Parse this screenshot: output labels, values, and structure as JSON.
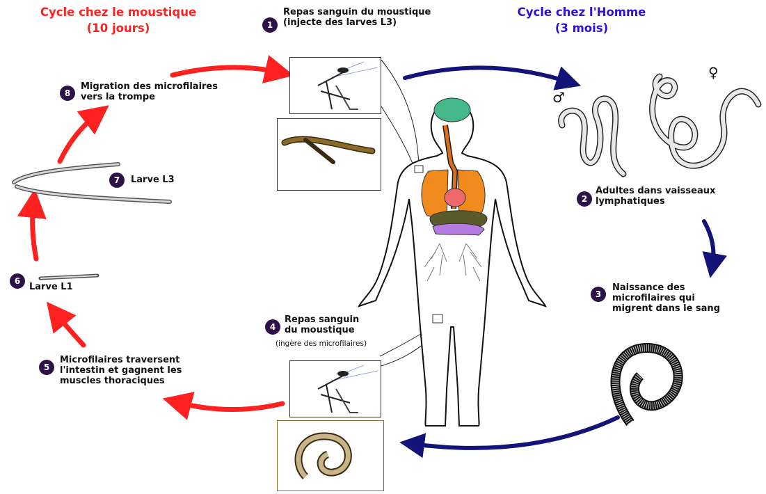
{
  "titles": {
    "mosquito": {
      "line1": "Cycle chez le moustique",
      "line2": "(10 jours)"
    },
    "human": {
      "line1": "Cycle chez l'Homme",
      "line2": "(3 mois)"
    }
  },
  "steps": [
    {
      "num": "1",
      "line1": "Repas sanguin du moustique",
      "line2": "(injecte des larves L3)"
    },
    {
      "num": "2",
      "line1": "Adultes dans  vaisseaux",
      "line2": "lymphatiques"
    },
    {
      "num": "3",
      "line1": "Naissance des",
      "line2": "microfilaires qui",
      "line3": "migrent dans le sang"
    },
    {
      "num": "4",
      "line1": "Repas sanguin",
      "line2": "du moustique",
      "line3": "(ingère des microfilaires)"
    },
    {
      "num": "5",
      "line1": "Microfilaires traversent",
      "line2": "l'intestin et gagnent les",
      "line3": "muscles thoraciques"
    },
    {
      "num": "6",
      "line1": "Larve L1"
    },
    {
      "num": "7",
      "line1": "Larve L3"
    },
    {
      "num": "8",
      "line1": "Migration des microfilaires",
      "line2": "vers la trompe"
    }
  ],
  "symbols": {
    "male": "♂",
    "female": "♀"
  },
  "colors": {
    "mosquito_cycle": "#ff2020",
    "human_cycle": "#2a10d8",
    "badge": "#2d1248"
  }
}
